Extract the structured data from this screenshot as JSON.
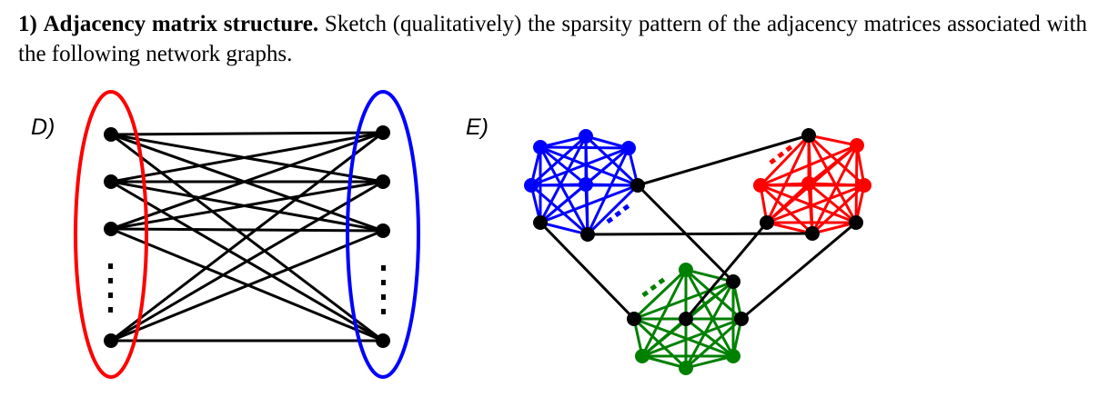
{
  "problem": {
    "number": "1)",
    "heading": "Adjacency matrix structure.",
    "body": "Sketch (qualitatively) the sparsity pattern of the adjacency matrices associated with the following network graphs."
  },
  "panels": {
    "d_label": "D)",
    "e_label": "E)"
  },
  "colors": {
    "red": "#ff0000",
    "blue": "#0000ff",
    "green": "#008000",
    "black": "#000000"
  }
}
